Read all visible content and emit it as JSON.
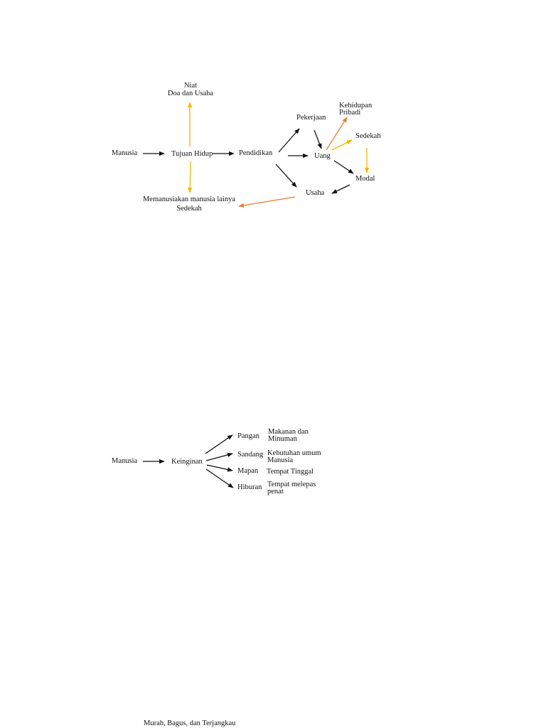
{
  "diagram1": {
    "niat": "Niat",
    "doa_usaha": "Doa dan Usaha",
    "manusia": "Manusia",
    "tujuan_hidup": "Tujuan Hidup",
    "pendidikan": "Pendidikan",
    "pekerjaan": "Pekerjaan",
    "uang": "Uang",
    "kehidupan_pribadi_1": "Kehidupan",
    "kehidupan_pribadi_2": "Pribadi",
    "sedekah": "Sedekah",
    "modal": "Modal",
    "usaha": "Usaha",
    "memanusiakan": "Memanusiakan manusia lainya",
    "sedekah_bottom": "Sedekah"
  },
  "diagram2": {
    "manusia": "Manusia",
    "keinginan": "Keinginan",
    "pangan": "Pangan",
    "pangan_desc_1": "Makanan dan",
    "pangan_desc_2": "Minuman",
    "sandang": "Sandang",
    "sandang_desc_1": "Kebutuhan umum",
    "sandang_desc_2": "Manusia",
    "mapan": "Mapan",
    "mapan_desc": "Tempat Tinggal",
    "hiburan": "Hiburan",
    "hiburan_desc_1": "Tempat melepas",
    "hiburan_desc_2": "penat"
  },
  "footer_note": "Murah, Bagus, dan Terjangkau",
  "colors": {
    "black_arrow": "#111111",
    "yellow_arrow": "#f5b400",
    "orange_arrow": "#ee7b30"
  }
}
